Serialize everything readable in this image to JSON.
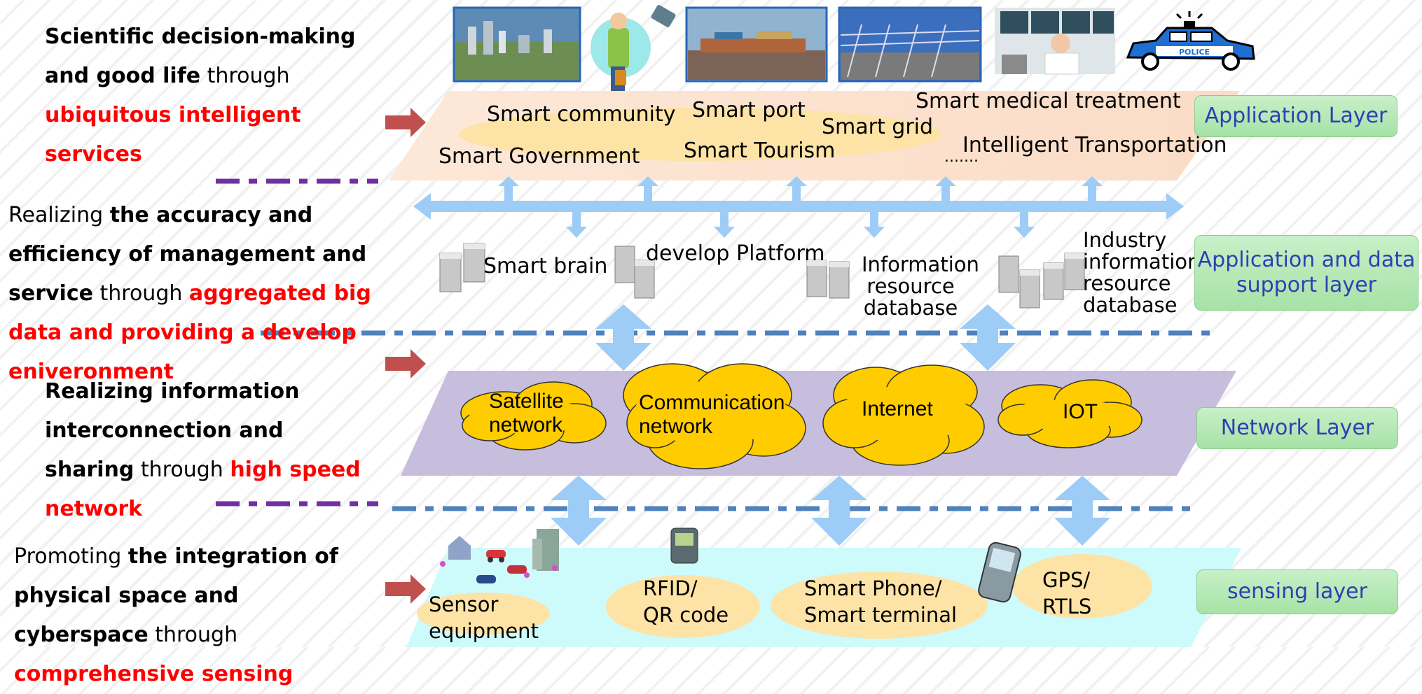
{
  "left_descriptions": {
    "application": {
      "b1": "Scientific decision-making and good life",
      "t1": " through ",
      "r1": "ubiquitous intelligent services"
    },
    "support": {
      "t0": "Realizing ",
      "b1": "the accuracy and efficiency of management and service",
      "t1": " through ",
      "r1": "aggregated big data and providing a develop eniveronment"
    },
    "network": {
      "b1": "Realizing information interconnection and sharing",
      "t1": " through ",
      "r1": "high speed network"
    },
    "sensing": {
      "t0": "Promoting ",
      "b1": "the integration of physical space and cyberspace",
      "t1": " through ",
      "r1": "comprehensive sensing"
    }
  },
  "application_layer": {
    "items": {
      "smart_community": "Smart community",
      "smart_port": "Smart port",
      "smart_grid": "Smart grid",
      "smart_medical": "Smart medical treatment",
      "smart_government": "Smart Government",
      "smart_tourism": "Smart Tourism",
      "ellipsis": ".......",
      "intelligent_transportation": "Intelligent Transportation"
    },
    "police_car_text": "POLICE"
  },
  "support_layer": {
    "smart_brain": "Smart brain",
    "develop_platform": "develop Platform",
    "info_db": [
      "Information",
      "resource",
      "database"
    ],
    "industry_db": [
      "Industry",
      "information",
      "resource",
      "database"
    ]
  },
  "network_layer": {
    "satellite": [
      "Satellite",
      "network"
    ],
    "communication": [
      "Communication",
      "network"
    ],
    "internet": "Internet",
    "iot": "IOT"
  },
  "sensing_layer": {
    "sensor": [
      "Sensor",
      "equipment"
    ],
    "rfid": [
      "RFID/",
      "QR code"
    ],
    "smartphone": [
      "Smart Phone/",
      "Smart terminal"
    ],
    "gps": [
      "GPS/",
      "RTLS"
    ]
  },
  "layer_labels": {
    "application": "Application Layer",
    "support": [
      "Application and data",
      "support layer"
    ],
    "network": "Network Layer",
    "sensing": "sensing layer"
  },
  "colors": {
    "emphasis_red": "#ff0000",
    "layer_label_text": "#2e3fb4",
    "layer_label_bg": "#b4e8b4",
    "application_plane": "#fde3cf",
    "network_plane": "#c6bedc",
    "sensing_plane": "#cdfbfb",
    "oval_fill": "#fde5a0",
    "cloud_fill": "#ffcc00",
    "flow_arrow": "#9dccf6",
    "pointer_arrow": "#c0504d",
    "purple_divider": "#7030a0",
    "blue_divider": "#4f81bd"
  }
}
